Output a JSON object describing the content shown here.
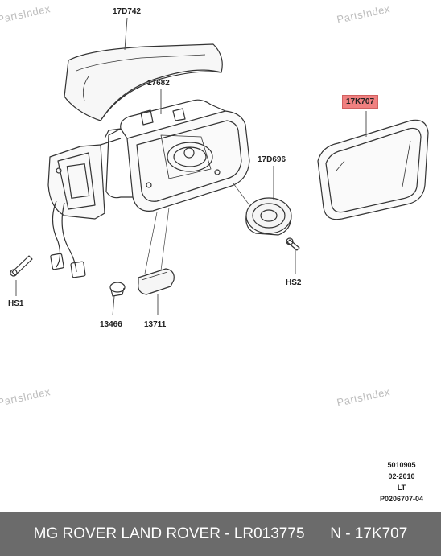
{
  "watermarks": [
    "PartsIndex",
    "PartsIndex",
    "PartsIndex",
    "PartsIndex"
  ],
  "callouts": {
    "cover": "17D742",
    "housing": "17682",
    "glass": "17K707",
    "motor": "17D696",
    "hs1": "HS1",
    "hs2": "HS2",
    "bulb": "13466",
    "lamp": "13711"
  },
  "meta": {
    "number": "5010905",
    "date": "02-2010",
    "side": "LT",
    "ref": "P0206707-04"
  },
  "footer": {
    "brand": "MG ROVER LAND ROVER - LR013775",
    "part": "N - 17K707"
  },
  "colors": {
    "highlight": "#f08080",
    "footer_bg": "#6b6b6b"
  }
}
